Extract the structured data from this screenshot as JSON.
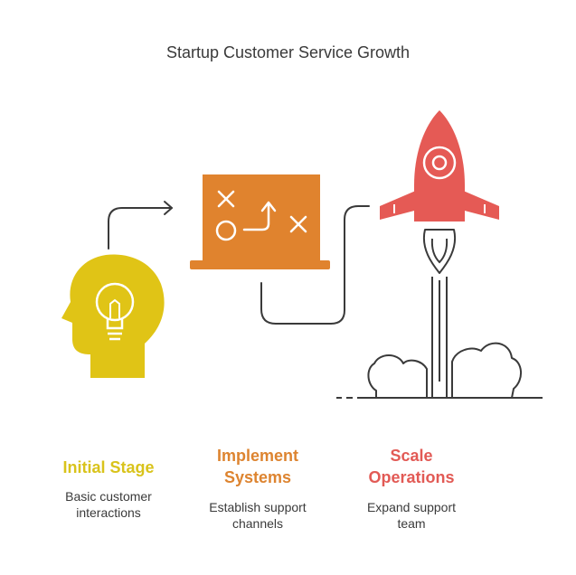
{
  "title": "Startup Customer Service Growth",
  "colors": {
    "initial": "#e0c416",
    "implement": "#e0832e",
    "scale": "#e55a55",
    "line": "#3a3a3a"
  },
  "icons": [
    "head-lightbulb-icon",
    "strategy-board-icon",
    "rocket-icon",
    "cloud-icon",
    "arrow-right-icon"
  ],
  "stages": [
    {
      "title_lines": [
        "Initial Stage"
      ],
      "desc_lines": [
        "Basic customer",
        "interactions"
      ]
    },
    {
      "title_lines": [
        "Implement",
        "Systems"
      ],
      "desc_lines": [
        "Establish support",
        "channels"
      ]
    },
    {
      "title_lines": [
        "Scale",
        "Operations"
      ],
      "desc_lines": [
        "Expand support",
        "team"
      ]
    }
  ]
}
